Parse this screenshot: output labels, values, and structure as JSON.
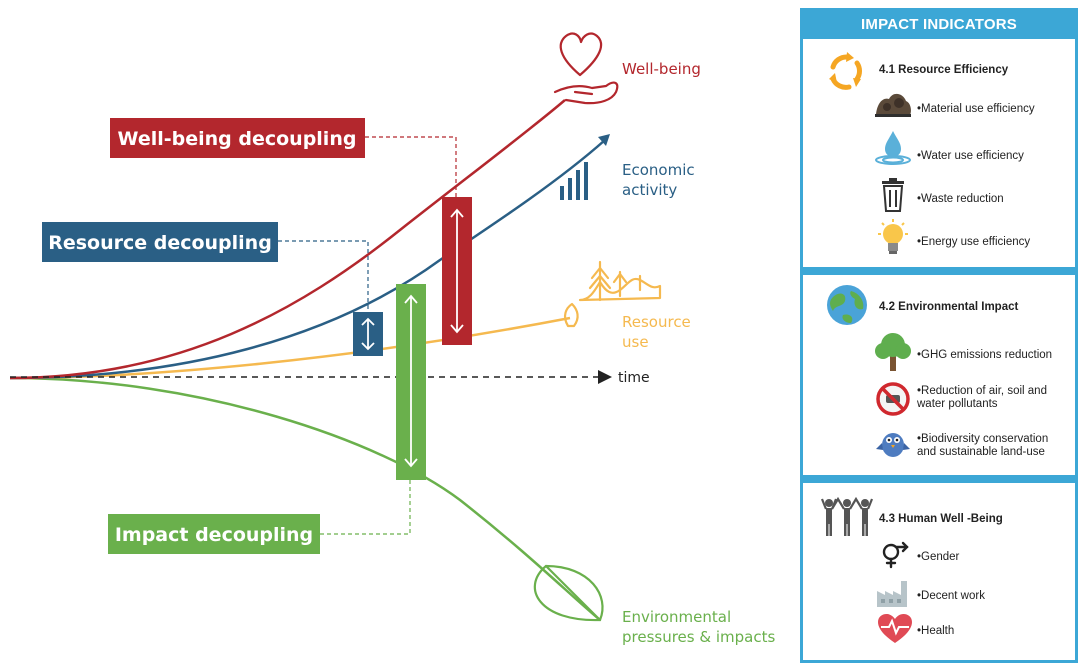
{
  "diagram": {
    "labels": {
      "wellbeing": "Well-being",
      "economic_line1": "Economic",
      "economic_line2": "activity",
      "resource_line1": "Resource",
      "resource_line2": "use",
      "time": "time",
      "env_line1": "Environmental",
      "env_line2": "pressures & impacts"
    },
    "boxes": {
      "wellbeing_decoupling": "Well-being decoupling",
      "resource_decoupling": "Resource decoupling",
      "impact_decoupling": "Impact decoupling"
    },
    "colors": {
      "wellbeing": "#b3272d",
      "economic": "#2a5f85",
      "resource": "#f5b94f",
      "environment": "#6ab04c",
      "time_axis": "#222222"
    },
    "icons": [
      "heart-hand-icon",
      "growth-chart-icon",
      "landscape-icon",
      "leaf-icon",
      "up-down-arrow-icon"
    ]
  },
  "panel": {
    "title": "IMPACT INDICATORS",
    "accent_color": "#3ca7d6",
    "sections": [
      {
        "title": "4.1 Resource Efficiency",
        "icon": "recycle-icon",
        "items": [
          {
            "label": "•Material use efficiency",
            "icon": "coal-pile-icon"
          },
          {
            "label": "•Water use efficiency",
            "icon": "water-drop-icon"
          },
          {
            "label": "•Waste reduction",
            "icon": "trash-bin-icon"
          },
          {
            "label": "•Energy use efficiency",
            "icon": "light-bulb-icon"
          }
        ]
      },
      {
        "title": "4.2 Environmental Impact",
        "icon": "globe-icon",
        "items": [
          {
            "label": "•GHG emissions reduction",
            "icon": "tree-icon"
          },
          {
            "label_line1": "•Reduction of air, soil and",
            "label_line2": "water pollutants",
            "icon": "no-pollution-icon"
          },
          {
            "label_line1": "•Biodiversity conservation",
            "label_line2": "and sustainable land-use",
            "icon": "bird-icon"
          }
        ]
      },
      {
        "title": "4.3 Human Well -Being",
        "icon": "people-icon",
        "items": [
          {
            "label": "•Gender",
            "icon": "gender-icon"
          },
          {
            "label": "•Decent work",
            "icon": "factory-icon"
          },
          {
            "label": "•Health",
            "icon": "heartbeat-icon"
          }
        ]
      }
    ]
  }
}
